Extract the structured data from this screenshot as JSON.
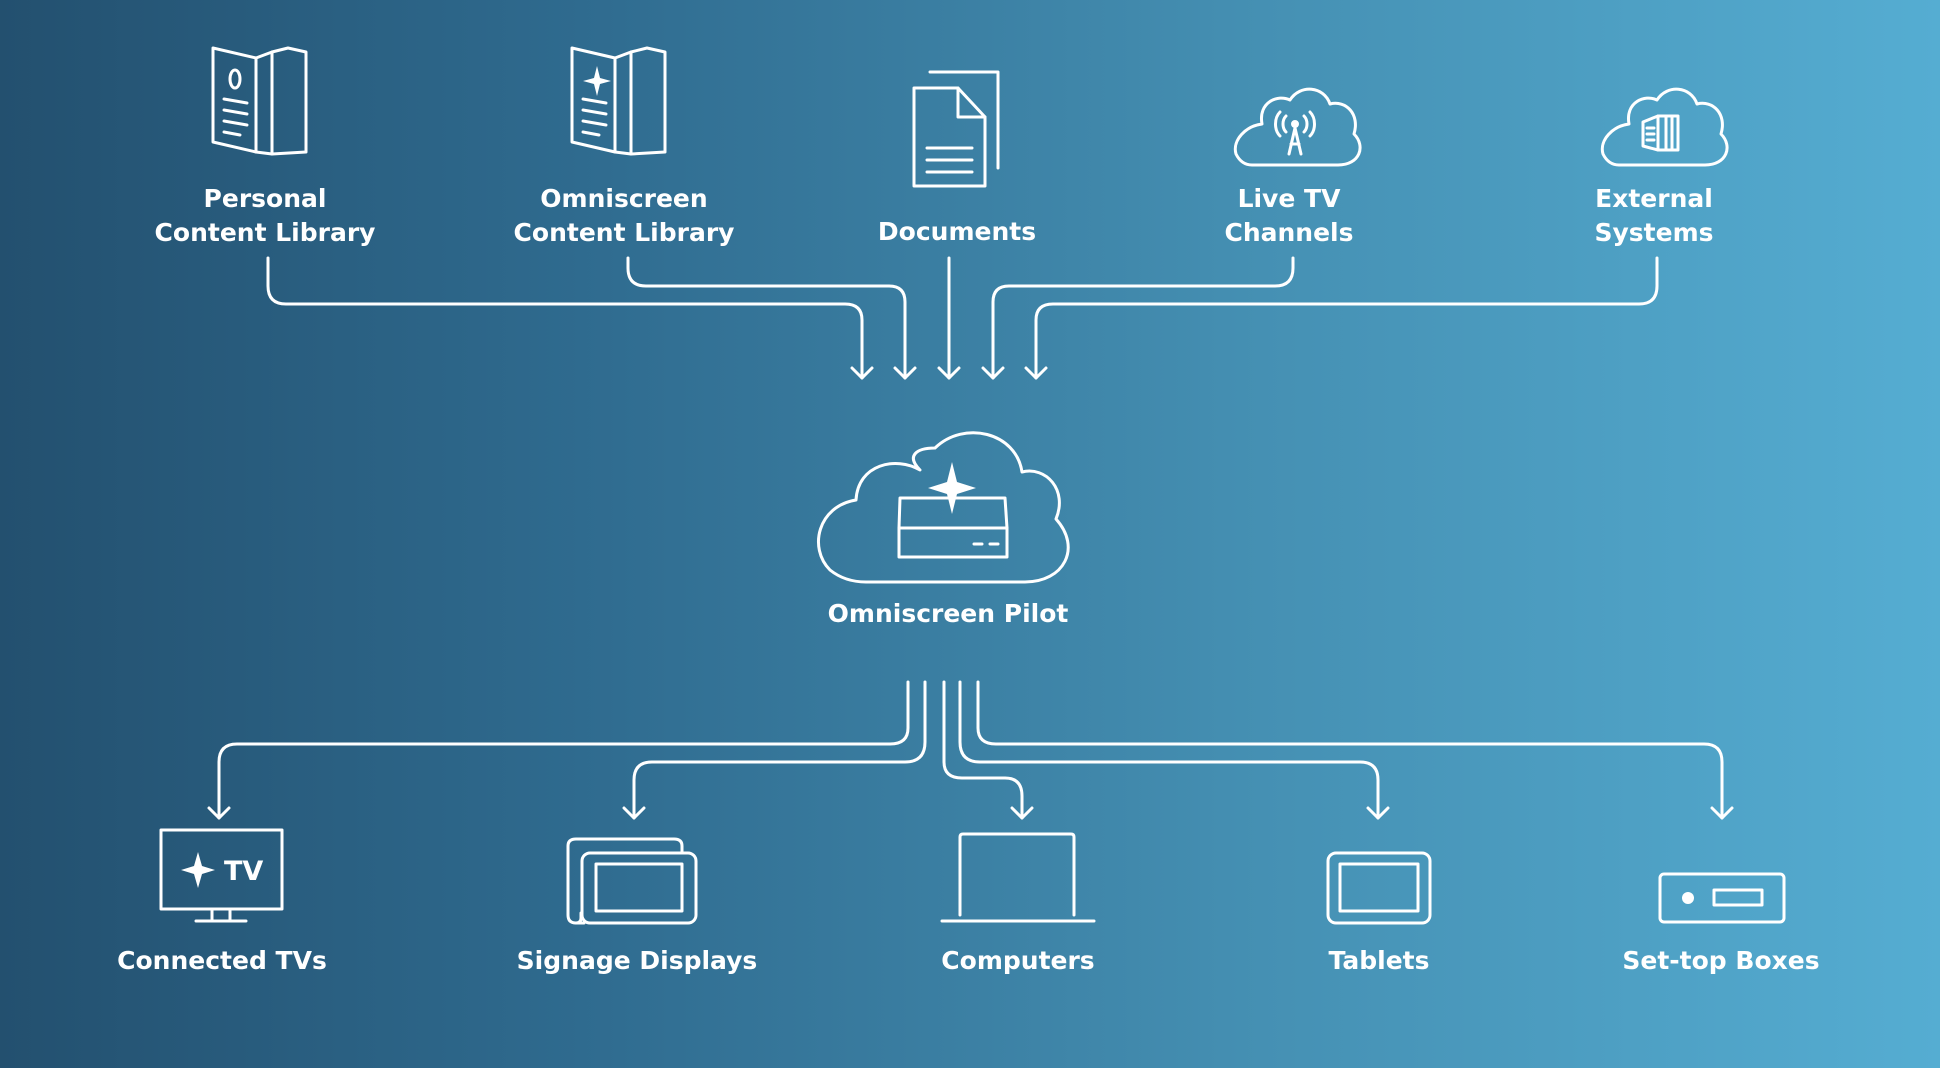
{
  "sources": [
    {
      "id": "personal",
      "lines": [
        "Personal",
        "Content Library"
      ],
      "icon": "personal-library-icon"
    },
    {
      "id": "omniscreen-library",
      "lines": [
        "Omniscreen",
        "Content Library"
      ],
      "icon": "omniscreen-library-icon"
    },
    {
      "id": "documents",
      "lines": [
        "Documents"
      ],
      "icon": "documents-icon"
    },
    {
      "id": "live-tv",
      "lines": [
        "Live TV",
        "Channels"
      ],
      "icon": "live-tv-cloud-icon"
    },
    {
      "id": "external",
      "lines": [
        "External",
        "Systems"
      ],
      "icon": "external-systems-cloud-icon"
    }
  ],
  "hub": {
    "label": "Omniscreen Pilot",
    "icon": "pilot-cloud-icon"
  },
  "destinations": [
    {
      "id": "connected-tvs",
      "label": "Connected TVs",
      "icon": "tv-icon",
      "icon_text": "TV"
    },
    {
      "id": "signage",
      "label": "Signage Displays",
      "icon": "signage-display-icon"
    },
    {
      "id": "computers",
      "label": "Computers",
      "icon": "laptop-icon"
    },
    {
      "id": "tablets",
      "label": "Tablets",
      "icon": "tablet-icon"
    },
    {
      "id": "set-top",
      "label": "Set-top Boxes",
      "icon": "set-top-box-icon"
    }
  ],
  "colors": {
    "stroke": "#ffffff",
    "bg_left": "#23506f",
    "bg_right": "#55add2"
  }
}
